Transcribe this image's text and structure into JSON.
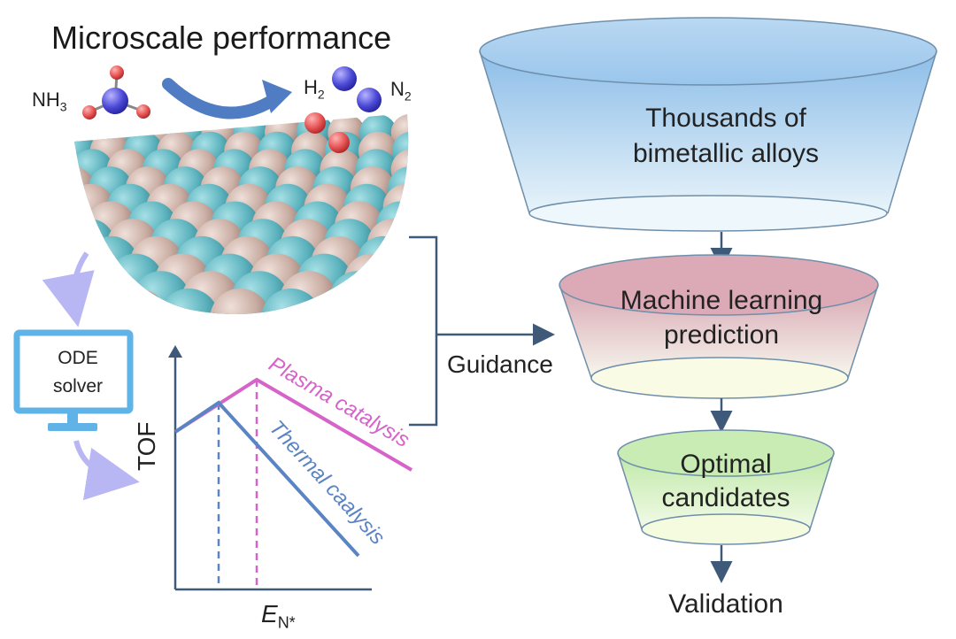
{
  "title": "Microscale performance",
  "molecules": {
    "nh3": "NH",
    "nh3_sub": "3",
    "h2": "H",
    "h2_sub": "2",
    "n2": "N",
    "n2_sub": "2"
  },
  "ode_solver": {
    "line1": "ODE",
    "line2": "solver"
  },
  "guidance": "Guidance",
  "plot": {
    "ylabel": "TOF",
    "xlabel": "E",
    "xlabel_sub": "N*",
    "series": [
      {
        "name": "Plasma catalysis",
        "color": "#d563c8"
      },
      {
        "name": "Thermal caalysis",
        "color": "#5b84c4"
      }
    ]
  },
  "funnel": {
    "stage1": {
      "line1": "Thousands of",
      "line2": "bimetallic alloys"
    },
    "stage2": {
      "line1": "Machine learning",
      "line2": "prediction"
    },
    "stage3": {
      "line1": "Optimal",
      "line2": "candidates"
    },
    "final": "Validation"
  },
  "colors": {
    "arrow_dark": "#3e5a78",
    "teal_atom": "#67b9c3",
    "pink_atom": "#cbb0a6",
    "monitor": "#5fb3e6",
    "curved_arrow": "#b9b6f4"
  }
}
